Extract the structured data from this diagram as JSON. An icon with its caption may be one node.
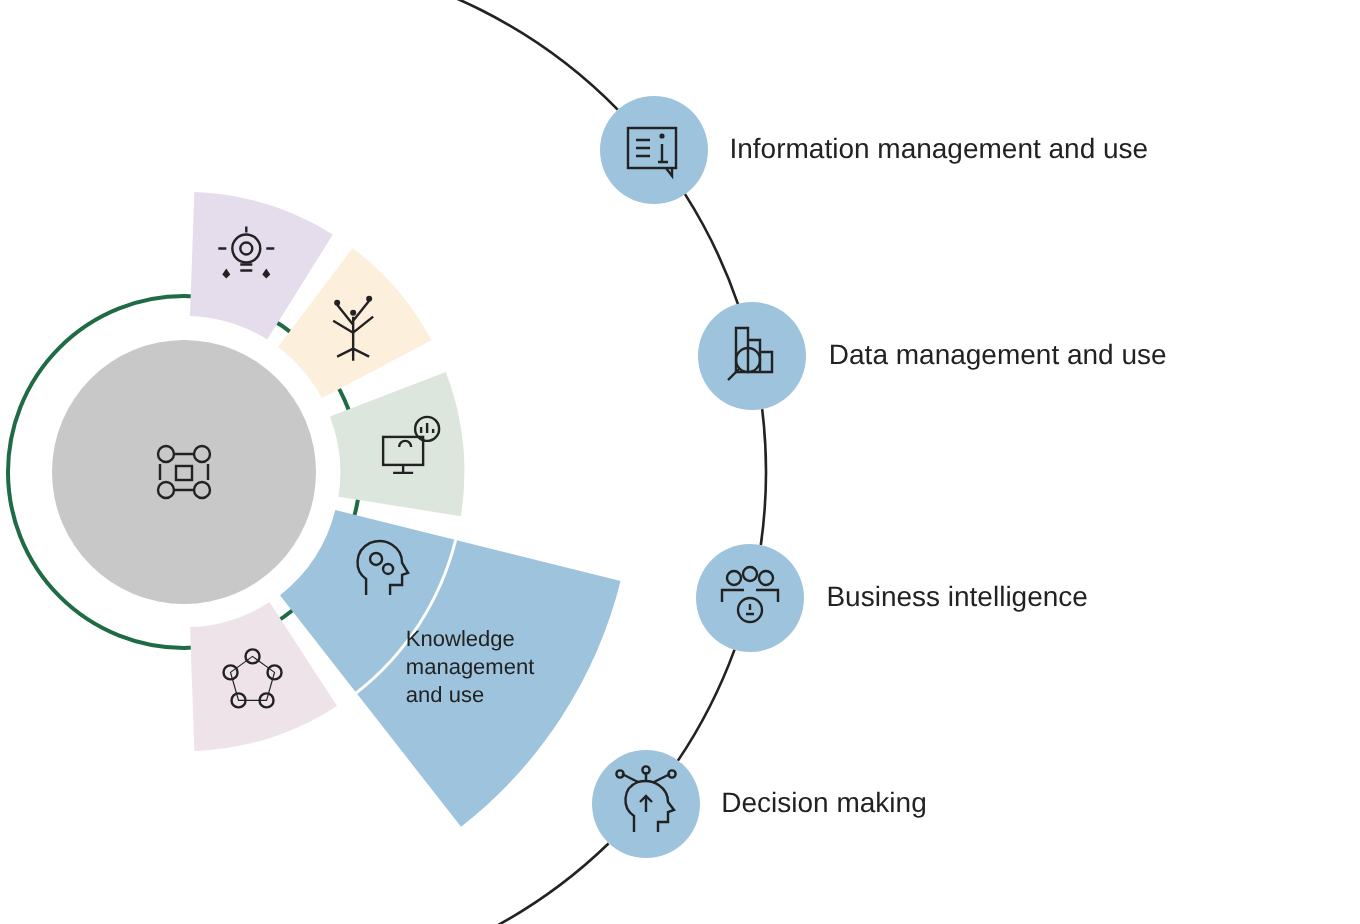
{
  "diagram": {
    "nodes": [
      {
        "text": [],
        "shape": "circle"
      },
      {
        "text": [],
        "shape": "sector"
      },
      {
        "text": [],
        "shape": "sector"
      },
      {
        "text": [],
        "shape": "sector"
      },
      {
        "text": [
          "Knowledge management and use"
        ]
      },
      {
        "text": [],
        "shape": "sector"
      },
      {
        "text": [],
        "shape": "circle",
        "beside": [
          "Information management and use"
        ]
      },
      {
        "text": [],
        "shape": "circle",
        "beside": [
          "Data management and use"
        ]
      },
      {
        "text": [],
        "shape": "circle",
        "beside": [
          "Business intelligence"
        ]
      },
      {
        "text": [],
        "shape": "circle",
        "beside": [
          "Decision making"
        ]
      }
    ],
    "edges": [
      {
        "from": 6,
        "to": 7,
        "arrow": "none"
      },
      {
        "from": 7,
        "to": 8,
        "arrow": "none"
      },
      {
        "from": 8,
        "to": 9,
        "arrow": "none"
      }
    ]
  }
}
